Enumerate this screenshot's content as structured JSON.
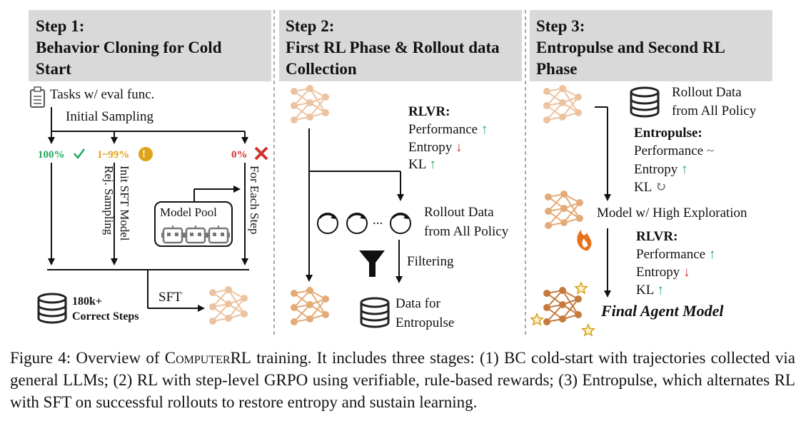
{
  "steps": [
    {
      "label": "Step 1:",
      "title_line1": "Behavior Cloning for Cold",
      "title_line2": "Start"
    },
    {
      "label": "Step 2:",
      "title_line1": "First RL Phase & Rollout data",
      "title_line2": "Collection"
    },
    {
      "label": "Step 3:",
      "title_line1": "Entropulse and Second RL",
      "title_line2": "Phase"
    }
  ],
  "step1": {
    "tasks": "Tasks w/ eval func.",
    "initial_sampling": "Initial Sampling",
    "pct_100": "100%",
    "pct_mid": "1~99%",
    "pct_0": "0%",
    "init_sft": "Init SFT Model",
    "rej_sampling": "Rej. Sampling",
    "for_each_step": "For Each Step",
    "model_pool": "Model Pool",
    "correct_steps_1": "180k+",
    "correct_steps_2": "Correct Steps",
    "sft": "SFT"
  },
  "step2": {
    "rlvr": "RLVR:",
    "performance": "Performance",
    "entropy": "Entropy",
    "kl": "KL",
    "rollout_1": "Rollout Data",
    "rollout_2": "from All Policy",
    "filtering": "Filtering",
    "data_1": "Data for",
    "data_2": "Entropulse",
    "ellipsis": "..."
  },
  "step3": {
    "rollout_1": "Rollout Data",
    "rollout_2": "from All Policy",
    "entropulse": "Entropulse:",
    "performance_a": "Performance",
    "entropy_a": "Entropy",
    "kl_a": "KL",
    "model_high": "Model w/ High Exploration",
    "rlvr": "RLVR:",
    "performance_b": "Performance",
    "entropy_b": "Entropy",
    "kl_b": "KL",
    "final": "Final Agent Model"
  },
  "symbols": {
    "up": "↑",
    "down": "↓",
    "tilde": "~",
    "cycle": "↻",
    "check": "✓",
    "cross": "✖",
    "bang": "!"
  },
  "caption": {
    "part1": "Figure 4: Overview of ",
    "name": "ComputerRL",
    "part2": " training. It includes three stages: (1) BC cold-start with trajectories collected via general LLMs; (2) RL with step-level GRPO using verifiable, rule-based rewards; (3) Entropulse, which alternates RL with SFT on successful rollouts to restore entropy and sustain learning."
  },
  "colors": {
    "header": "#d9d9d9",
    "network": "#e9b98f",
    "network_dark": "#c67b3c",
    "green": "#22a55b",
    "red": "#d0312d",
    "yellow": "#e1a21b"
  }
}
